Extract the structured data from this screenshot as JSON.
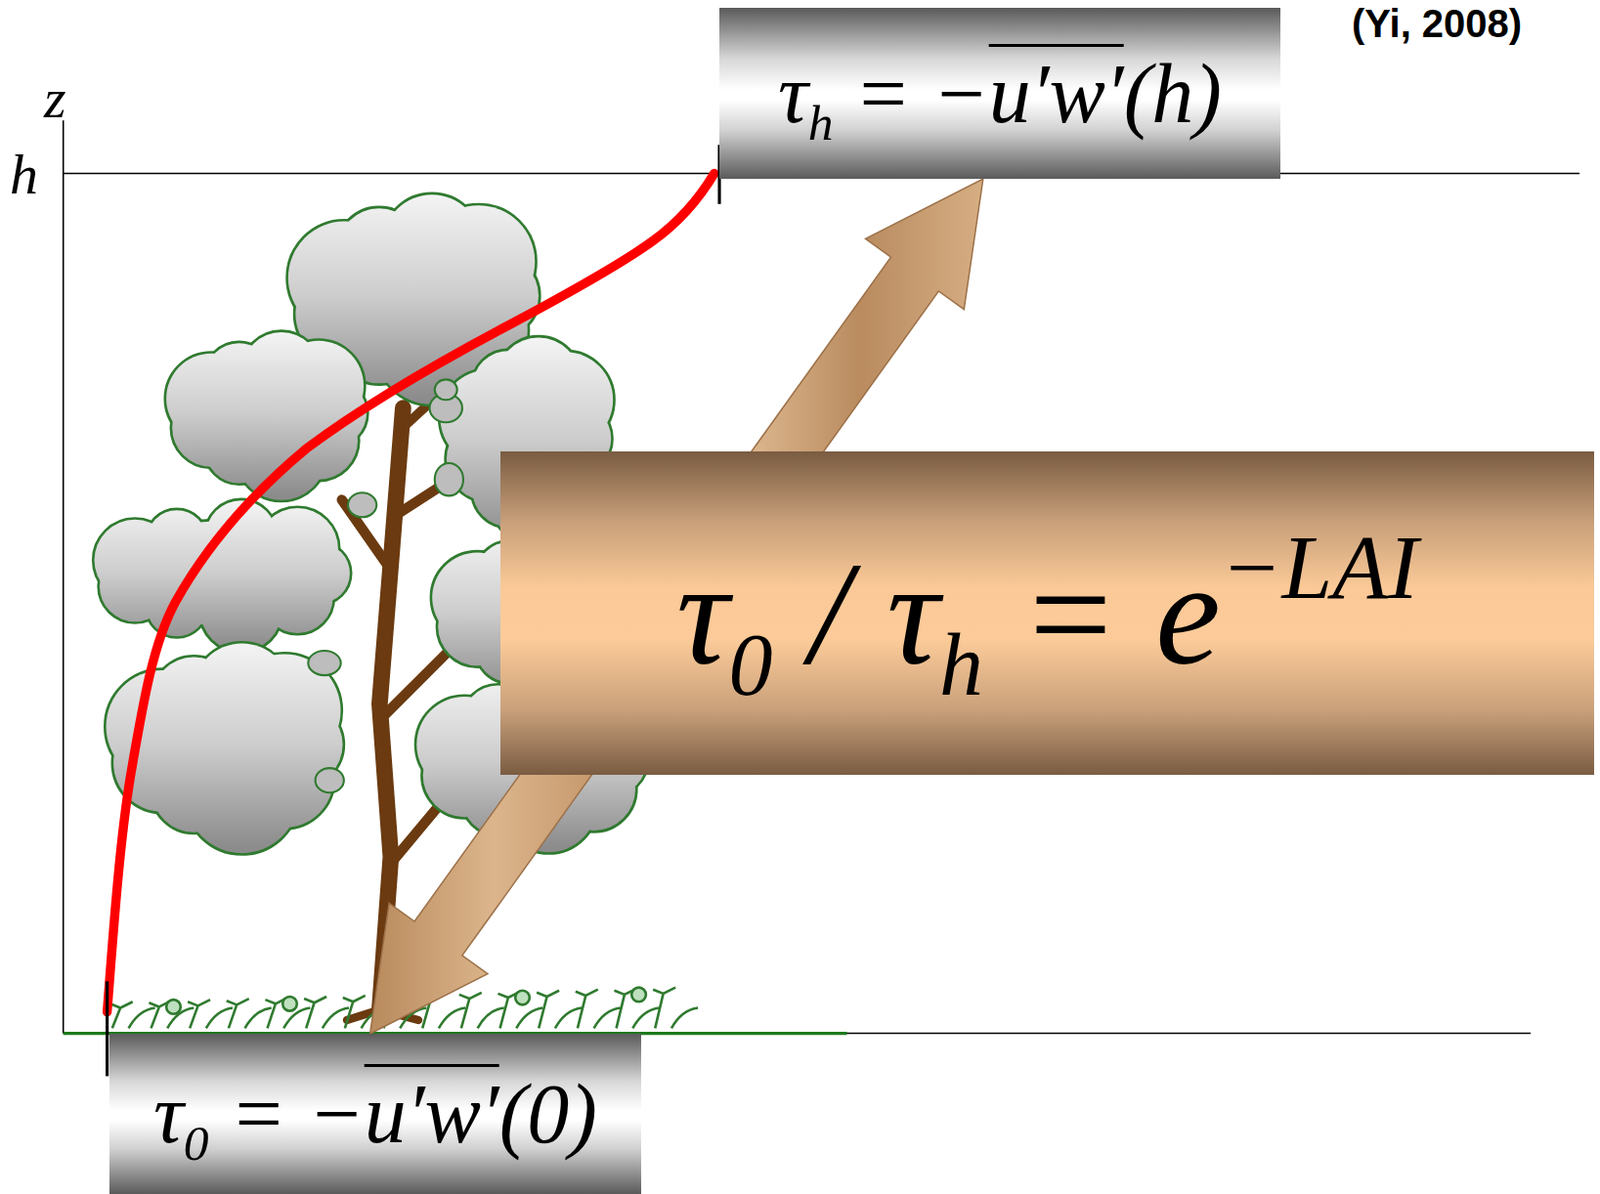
{
  "diagram": {
    "nodes": [
      {
        "text": [
          "τh = −u′w′(h)"
        ]
      },
      {
        "text": [
          "τ0 / τh = e−LAI"
        ]
      },
      {
        "text": [
          "τ0 = −u′w′(0)"
        ]
      }
    ],
    "edges": [
      {
        "from": 2,
        "to": 0,
        "arrow": "both"
      }
    ],
    "labels": [
      "z",
      "h",
      "(Yi, 2008)"
    ]
  }
}
